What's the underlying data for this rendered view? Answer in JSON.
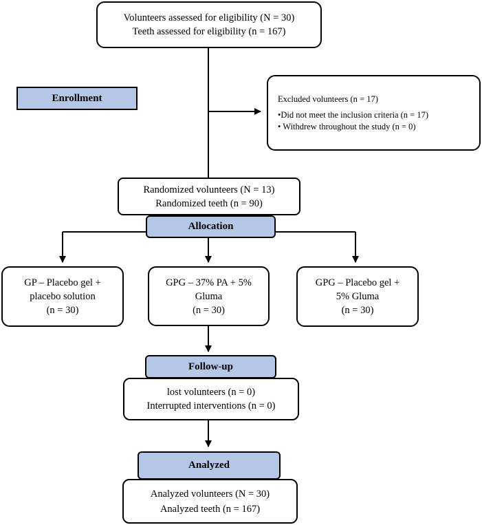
{
  "screening": {
    "volunteers": "Volunteers assessed for eligibility  (N = 30)",
    "teeth": "Teeth assessed for eligibility  (n = 167)"
  },
  "enrollment_label": "Enrollment",
  "excluded": {
    "title": "Excluded volunteers (n = 17)",
    "items": [
      "•Did not meet the inclusion criteria  (n = 17)",
      "• Withdrew throughout the study (n = 0)"
    ]
  },
  "randomized": {
    "volunteers": "Randomized volunteers (N = 13)",
    "teeth": "Randomized teeth (n = 90)"
  },
  "allocation_label": "Allocation",
  "groups": [
    {
      "line1": "GP – Placebo gel +",
      "line2": "placebo solution",
      "n": "(n = 30)"
    },
    {
      "line1": "GPG – 37% PA + 5%",
      "line2": "Gluma",
      "n": "(n = 30)"
    },
    {
      "line1": "GPG – Placebo gel +",
      "line2": "5% Gluma",
      "n": "(n = 30)"
    }
  ],
  "followup_label": "Follow-up",
  "followup": {
    "lost": "lost volunteers (n = 0)",
    "interrupted": "Interrupted interventions  (n = 0)"
  },
  "analyzed_label": "Analyzed",
  "analyzed": {
    "volunteers": "Analyzed volunteers (N = 30)",
    "teeth": "Analyzed teeth (n = 167)"
  },
  "colors": {
    "stage_fill": "#b4c7e7",
    "line": "#000000"
  }
}
